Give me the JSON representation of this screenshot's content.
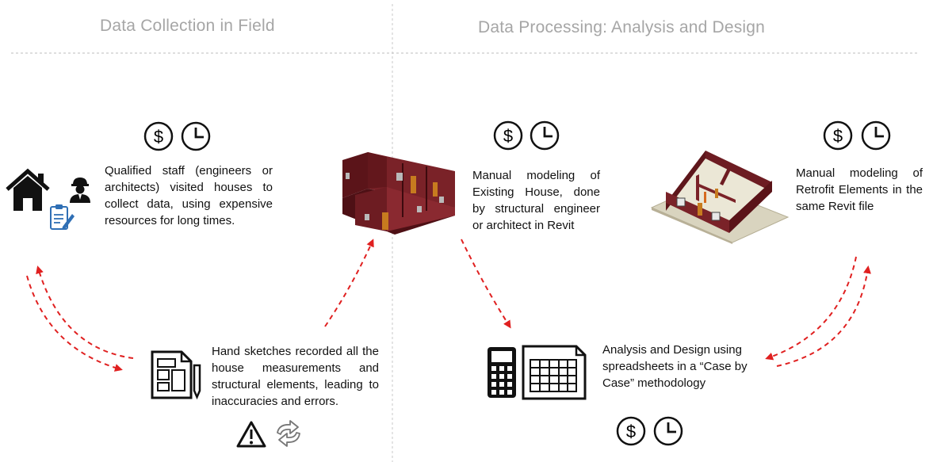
{
  "headers": {
    "field": "Data Collection in Field",
    "processing": "Data Processing: Analysis and Design"
  },
  "steps": {
    "staff": "Qualified staff (engineers or architects) visited houses to collect data, using expensive resources for long times.",
    "sketches": "Hand sketches recorded all the house measurements and structural elements, leading to inaccuracies and errors.",
    "existing_model": "Manual modeling of Existing House, done by structural engineer or architect in Revit",
    "retrofit_model": "Manual modeling of Retrofit Elements in the same Revit file",
    "analysis": "Analysis and Design using spreadsheets in a “Case by Case” methodology"
  },
  "icon_symbols": {
    "dollar": "$"
  },
  "icons": [
    "dollar-icon",
    "clock-icon",
    "house-icon",
    "engineer-icon",
    "clipboard-icon",
    "sketch-icon",
    "warning-icon",
    "refresh-icon",
    "calculator-icon",
    "spreadsheet-icon",
    "revit-model-existing",
    "revit-model-retrofit"
  ],
  "colors": {
    "header_text": "#a6a6a6",
    "arrow": "#e02020",
    "wall": "#6a1a1f",
    "floor": "#d9d4bf",
    "door": "#c77b1f"
  }
}
